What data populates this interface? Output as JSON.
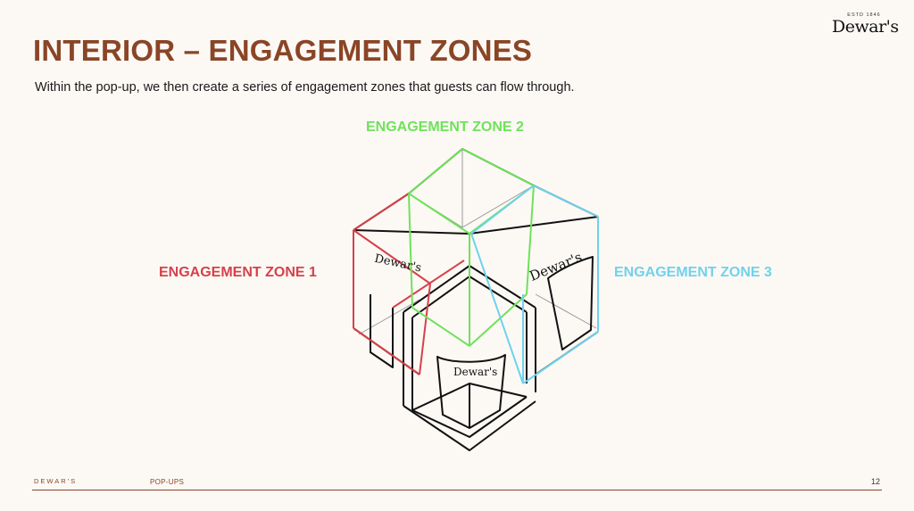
{
  "slide": {
    "title": "INTERIOR – ENGAGEMENT ZONES",
    "subtitle": "Within the pop-up, we then create a series of engagement zones that guests can flow through."
  },
  "logo": {
    "est": "ESTD 1846",
    "word": "Dewar's"
  },
  "zones": {
    "zone1": {
      "label": "ENGAGEMENT ZONE 1",
      "color": "#d6414a"
    },
    "zone2": {
      "label": "ENGAGEMENT ZONE 2",
      "color": "#6fe25a"
    },
    "zone3": {
      "label": "ENGAGEMENT ZONE 3",
      "color": "#6fd2ec"
    }
  },
  "diagram": {
    "panel_brand": "Dewar's"
  },
  "footer": {
    "brand": "DEWAR'S",
    "section": "POP-UPS",
    "page": "12"
  }
}
